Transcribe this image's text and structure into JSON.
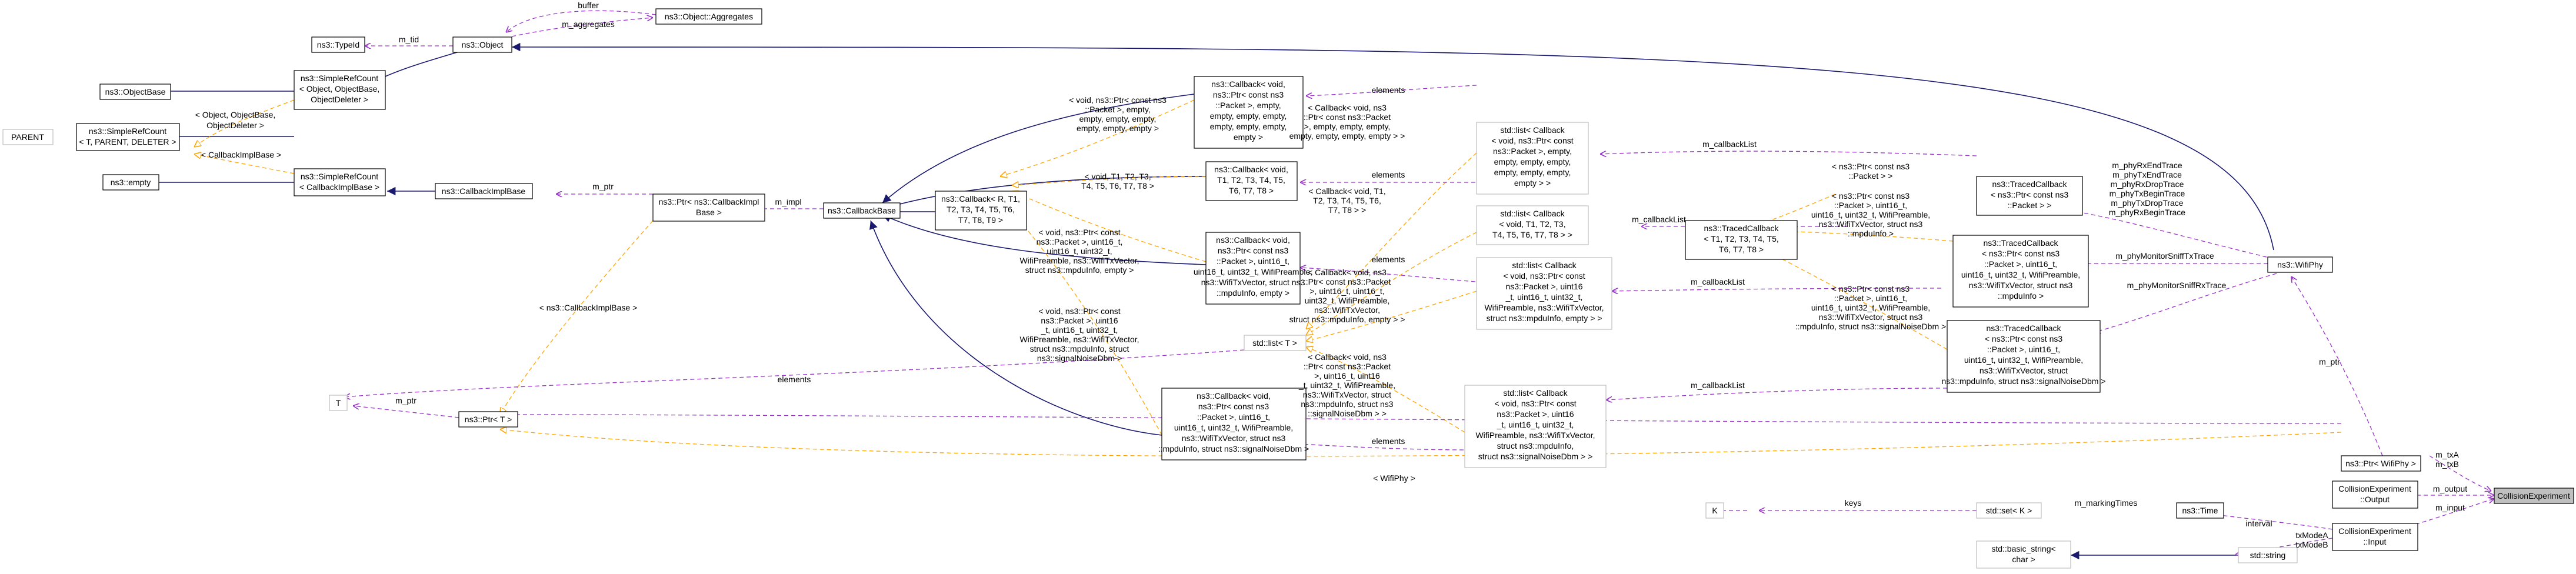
{
  "nodes": [
    {
      "id": "nTypeId",
      "lines": [
        "ns3::TypeId"
      ]
    },
    {
      "id": "nObject",
      "lines": [
        "ns3::Object"
      ]
    },
    {
      "id": "nAggregates",
      "lines": [
        "ns3::Object::Aggregates"
      ]
    },
    {
      "id": "nObjectBase",
      "lines": [
        "ns3::ObjectBase"
      ]
    },
    {
      "id": "nSRCObject",
      "lines": [
        "ns3::SimpleRefCount",
        "< Object, ObjectBase,",
        "ObjectDeleter >"
      ]
    },
    {
      "id": "nParent",
      "lines": [
        "PARENT"
      ]
    },
    {
      "id": "nSRCT",
      "lines": [
        "ns3::SimpleRefCount",
        "< T, PARENT, DELETER >"
      ]
    },
    {
      "id": "nEmpty",
      "lines": [
        "ns3::empty"
      ]
    },
    {
      "id": "nSRCCb",
      "lines": [
        "ns3::SimpleRefCount",
        "< CallbackImplBase >"
      ]
    },
    {
      "id": "nCbImplBase",
      "lines": [
        "ns3::CallbackImplBase"
      ]
    },
    {
      "id": "nPtrCbImpl",
      "lines": [
        "ns3::Ptr< ns3::CallbackImpl",
        "Base >"
      ]
    },
    {
      "id": "nCbBase",
      "lines": [
        "ns3::CallbackBase"
      ]
    },
    {
      "id": "nCbR",
      "lines": [
        "ns3::Callback< R, T1,",
        "T2, T3, T4, T5, T6,",
        "T7, T8, T9 >"
      ]
    },
    {
      "id": "nCbVoidPkt",
      "lines": [
        "ns3::Callback< void,",
        "ns3::Ptr< const ns3",
        "::Packet >, empty,",
        "empty, empty, empty,",
        "empty, empty, empty,",
        "empty >"
      ]
    },
    {
      "id": "nCbVoidT",
      "lines": [
        "ns3::Callback< void,",
        "T1, T2, T3, T4, T5,",
        "T6, T7, T8 >"
      ]
    },
    {
      "id": "nCbVoidMpdu",
      "lines": [
        "ns3::Callback< void,",
        "ns3::Ptr< const ns3",
        "::Packet >, uint16_t,",
        "uint16_t, uint32_t, WifiPreamble,",
        "ns3::WifiTxVector, struct ns3",
        "::mpduInfo, empty >"
      ]
    },
    {
      "id": "nCbVoidSnr",
      "lines": [
        "ns3::Callback< void,",
        "ns3::Ptr< const ns3",
        "::Packet >, uint16_t,",
        "uint16_t, uint32_t, WifiPreamble,",
        "ns3::WifiTxVector, struct ns3",
        "::mpduInfo, struct ns3::signalNoiseDbm >"
      ]
    },
    {
      "id": "nListPkt",
      "lines": [
        "std::list< Callback",
        "< void, ns3::Ptr< const",
        "ns3::Packet >, empty,",
        "empty, empty, empty,",
        "empty, empty, empty,",
        "empty > >"
      ]
    },
    {
      "id": "nListT",
      "lines": [
        "std::list< Callback",
        "< void, T1, T2, T3,",
        "T4, T5, T6, T7, T8 > >"
      ]
    },
    {
      "id": "nListMpdu",
      "lines": [
        "std::list< Callback",
        "< void, ns3::Ptr< const",
        "ns3::Packet >, uint16",
        "_t, uint16_t, uint32_t,",
        "WifiPreamble, ns3::WifiTxVector,",
        "struct ns3::mpduInfo, empty > >"
      ]
    },
    {
      "id": "nListGen",
      "lines": [
        "std::list< T >"
      ]
    },
    {
      "id": "nListSnr",
      "lines": [
        "std::list< Callback",
        "< void, ns3::Ptr< const",
        "ns3::Packet >, uint16",
        "_t, uint16_t, uint32_t,",
        "WifiPreamble, ns3::WifiTxVector,",
        "struct ns3::mpduInfo,",
        "struct ns3::signalNoiseDbm > >"
      ]
    },
    {
      "id": "nTCPkt",
      "lines": [
        "ns3::TracedCallback",
        "< ns3::Ptr< const ns3",
        "::Packet > >"
      ]
    },
    {
      "id": "nTCT",
      "lines": [
        "ns3::TracedCallback",
        "< T1, T2, T3, T4, T5,",
        "T6, T7, T8 >"
      ]
    },
    {
      "id": "nTCMpdu",
      "lines": [
        "ns3::TracedCallback",
        "< ns3::Ptr< const ns3",
        "::Packet >, uint16_t,",
        "uint16_t, uint32_t, WifiPreamble,",
        "ns3::WifiTxVector, struct ns3",
        "::mpduInfo >"
      ]
    },
    {
      "id": "nTCSnr",
      "lines": [
        "ns3::TracedCallback",
        "< ns3::Ptr< const ns3",
        "::Packet >, uint16_t,",
        "uint16_t, uint32_t, WifiPreamble,",
        "ns3::WifiTxVector, struct",
        "ns3::mpduInfo, struct ns3::signalNoiseDbm >"
      ]
    },
    {
      "id": "nWifiPhy",
      "lines": [
        "ns3::WifiPhy"
      ]
    },
    {
      "id": "nT",
      "lines": [
        "T"
      ]
    },
    {
      "id": "nPtrT",
      "lines": [
        "ns3::Ptr< T >"
      ]
    },
    {
      "id": "nPtrWifiPhy",
      "lines": [
        "ns3::Ptr< WifiPhy >"
      ]
    },
    {
      "id": "nK",
      "lines": [
        "K"
      ]
    },
    {
      "id": "nSetK",
      "lines": [
        "std::set< K >"
      ]
    },
    {
      "id": "nTime",
      "lines": [
        "ns3::Time"
      ]
    },
    {
      "id": "nCEOutput",
      "lines": [
        "CollisionExperiment",
        "::Output"
      ]
    },
    {
      "id": "nCE",
      "lines": [
        "CollisionExperiment"
      ]
    },
    {
      "id": "nCEInput",
      "lines": [
        "CollisionExperiment",
        "::Input"
      ]
    },
    {
      "id": "nBasicString",
      "lines": [
        "std::basic_string<",
        "char >"
      ]
    },
    {
      "id": "nString",
      "lines": [
        "std::string"
      ]
    }
  ],
  "edge_labels": [
    {
      "id": "l1",
      "text": "buffer"
    },
    {
      "id": "l2",
      "text": "m_aggregates"
    },
    {
      "id": "l3",
      "text": "m_tid"
    },
    {
      "id": "l4",
      "text": "< Object, ObjectBase,"
    },
    {
      "id": "l5",
      "text": "ObjectDeleter >"
    },
    {
      "id": "l6",
      "text": "< CallbackImplBase >"
    },
    {
      "id": "l7",
      "text": "m_ptr"
    },
    {
      "id": "l8",
      "text": "m_impl"
    },
    {
      "id": "l9",
      "text": "< ns3::CallbackImplBase >"
    },
    {
      "id": "l10",
      "text": "elements"
    },
    {
      "id": "l11",
      "text": "m_ptr"
    },
    {
      "id": "l12",
      "text": "< WifiPhy >"
    },
    {
      "id": "l13",
      "text": "elements"
    },
    {
      "id": "l14",
      "text": "elements"
    },
    {
      "id": "l15",
      "text": "elements"
    },
    {
      "id": "l16",
      "text": "elements"
    },
    {
      "id": "l17",
      "text": "m_callbackList"
    },
    {
      "id": "l18",
      "text": "m_callbackList"
    },
    {
      "id": "l19",
      "text": "m_callbackList"
    },
    {
      "id": "l20",
      "text": "m_callbackList"
    },
    {
      "id": "l21",
      "text": "m_phyRxEndTrace"
    },
    {
      "id": "l22",
      "text": "m_phyTxEndTrace"
    },
    {
      "id": "l23",
      "text": "m_phyRxDropTrace"
    },
    {
      "id": "l24",
      "text": "m_phyTxBeginTrace"
    },
    {
      "id": "l25",
      "text": "m_phyTxDropTrace"
    },
    {
      "id": "l26",
      "text": "m_phyRxBeginTrace"
    },
    {
      "id": "l27",
      "text": "m_phyMonitorSniffTxTrace"
    },
    {
      "id": "l28",
      "text": "m_phyMonitorSniffRxTrace"
    },
    {
      "id": "l29",
      "text": "m_ptr"
    },
    {
      "id": "l30",
      "text": "m_txA"
    },
    {
      "id": "l31",
      "text": "m_txB"
    },
    {
      "id": "l32",
      "text": "m_output"
    },
    {
      "id": "l33",
      "text": "m_input"
    },
    {
      "id": "l34",
      "text": "keys"
    },
    {
      "id": "l35",
      "text": "m_markingTimes"
    },
    {
      "id": "l36",
      "text": "interval"
    },
    {
      "id": "l37",
      "text": "txModeA"
    },
    {
      "id": "l38",
      "text": "txModeB"
    },
    {
      "id": "l39",
      "text": "< void, ns3::Ptr< const ns3"
    },
    {
      "id": "l40",
      "text": "::Packet >, empty,"
    },
    {
      "id": "l41",
      "text": "empty, empty, empty,"
    },
    {
      "id": "l42",
      "text": "empty, empty, empty >"
    },
    {
      "id": "l43",
      "text": "< void, T1, T2, T3,"
    },
    {
      "id": "l44",
      "text": "T4, T5, T6, T7, T8 >"
    },
    {
      "id": "l45",
      "text": "< void, ns3::Ptr< const"
    },
    {
      "id": "l46",
      "text": "ns3::Packet >, uint16_t,"
    },
    {
      "id": "l47",
      "text": "uint16_t, uint32_t,"
    },
    {
      "id": "l48",
      "text": "WifiPreamble, ns3::WifiTxVector,"
    },
    {
      "id": "l49",
      "text": "struct ns3::mpduInfo, empty >"
    },
    {
      "id": "l50",
      "text": "< void, ns3::Ptr< const"
    },
    {
      "id": "l51",
      "text": "ns3::Packet >, uint16"
    },
    {
      "id": "l52",
      "text": "_t, uint16_t, uint32_t,"
    },
    {
      "id": "l53",
      "text": "WifiPreamble, ns3::WifiTxVector,"
    },
    {
      "id": "l54",
      "text": "struct ns3::mpduInfo, struct"
    },
    {
      "id": "l55",
      "text": "ns3::signalNoiseDbm >"
    },
    {
      "id": "l56",
      "text": "< Callback< void, ns3"
    },
    {
      "id": "l57",
      "text": "::Ptr< const ns3::Packet"
    },
    {
      "id": "l58",
      "text": ">, empty, empty, empty,"
    },
    {
      "id": "l59",
      "text": "empty, empty, empty, empty > >"
    },
    {
      "id": "l60",
      "text": "< Callback< void, T1,"
    },
    {
      "id": "l61",
      "text": "T2, T3, T4, T5, T6,"
    },
    {
      "id": "l62",
      "text": "T7, T8 > >"
    },
    {
      "id": "l63",
      "text": "< Callback< void, ns3"
    },
    {
      "id": "l64",
      "text": "::Ptr< const ns3::Packet"
    },
    {
      "id": "l65",
      "text": ">, uint16_t, uint16_t,"
    },
    {
      "id": "l66",
      "text": "uint32_t, WifiPreamble,"
    },
    {
      "id": "l67",
      "text": "ns3::WifiTxVector,"
    },
    {
      "id": "l68",
      "text": "struct ns3::mpduInfo, empty > >"
    },
    {
      "id": "l69",
      "text": "< Callback< void, ns3"
    },
    {
      "id": "l70",
      "text": "::Ptr< const ns3::Packet"
    },
    {
      "id": "l71",
      "text": ">, uint16_t, uint16"
    },
    {
      "id": "l72",
      "text": "_t, uint32_t, WifiPreamble,"
    },
    {
      "id": "l73",
      "text": "ns3::WifiTxVector, struct"
    },
    {
      "id": "l74",
      "text": "ns3::mpduInfo, struct ns3"
    },
    {
      "id": "l75",
      "text": "::signalNoiseDbm > >"
    },
    {
      "id": "l76",
      "text": "< ns3::Ptr< const ns3"
    },
    {
      "id": "l77",
      "text": "::Packet > >"
    },
    {
      "id": "l78",
      "text": "< ns3::Ptr< const ns3"
    },
    {
      "id": "l79",
      "text": "::Packet >, uint16_t,"
    },
    {
      "id": "l80",
      "text": "uint16_t, uint32_t, WifiPreamble,"
    },
    {
      "id": "l81",
      "text": "ns3::WifiTxVector, struct ns3"
    },
    {
      "id": "l82",
      "text": "::mpduInfo >"
    },
    {
      "id": "l83",
      "text": "< ns3::Ptr< const ns3"
    },
    {
      "id": "l84",
      "text": "::Packet >, uint16_t,"
    },
    {
      "id": "l85",
      "text": "uint16_t, uint32_t, WifiPreamble,"
    },
    {
      "id": "l86",
      "text": "ns3::WifiTxVector, struct ns3"
    },
    {
      "id": "l87",
      "text": "::mpduInfo, struct ns3::signalNoiseDbm >"
    }
  ]
}
